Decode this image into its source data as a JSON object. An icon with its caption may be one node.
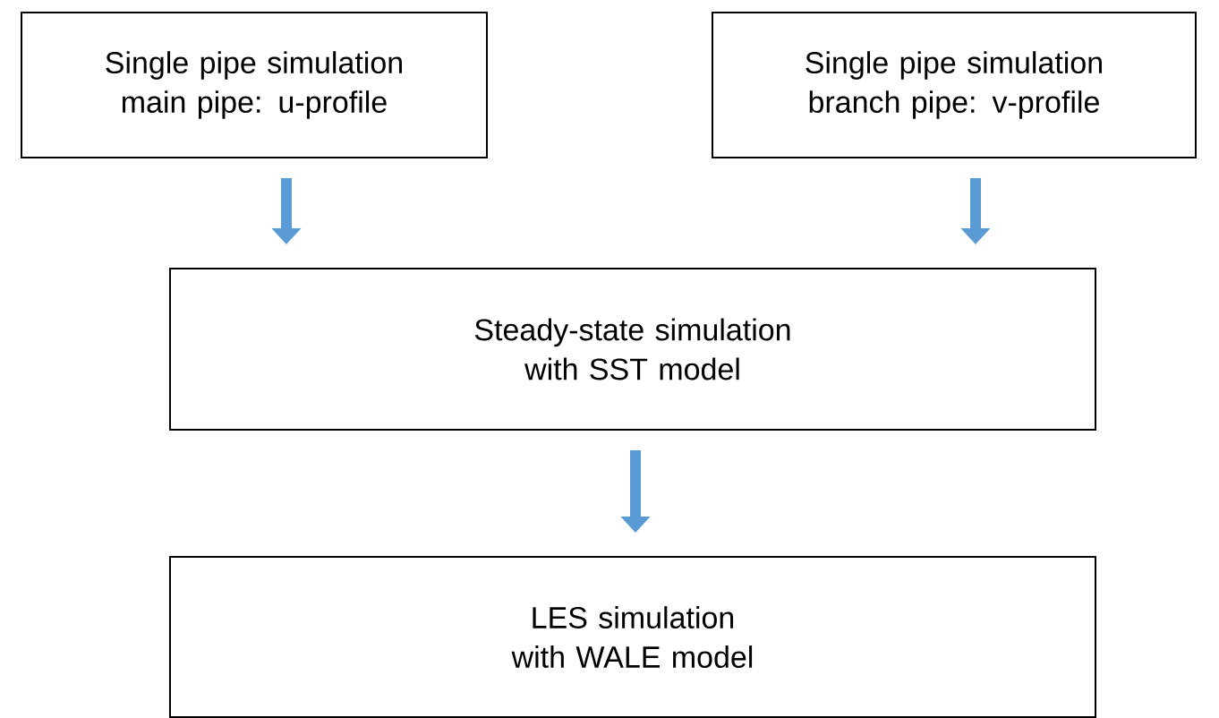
{
  "diagram": {
    "nodes": [
      {
        "text": [
          "Single pipe simulation main pipe: u-profile"
        ]
      },
      {
        "text": [
          "Single pipe simulation branch pipe: v-profile"
        ]
      },
      {
        "text": [
          "Steady-state simulation with SST model"
        ]
      },
      {
        "text": [
          "LES simulation with WALE model"
        ]
      }
    ],
    "edges": [
      {
        "from": 0,
        "to": 2,
        "arrow": "to"
      },
      {
        "from": 1,
        "to": 2,
        "arrow": "to"
      },
      {
        "from": 2,
        "to": 3,
        "arrow": "to"
      }
    ]
  }
}
